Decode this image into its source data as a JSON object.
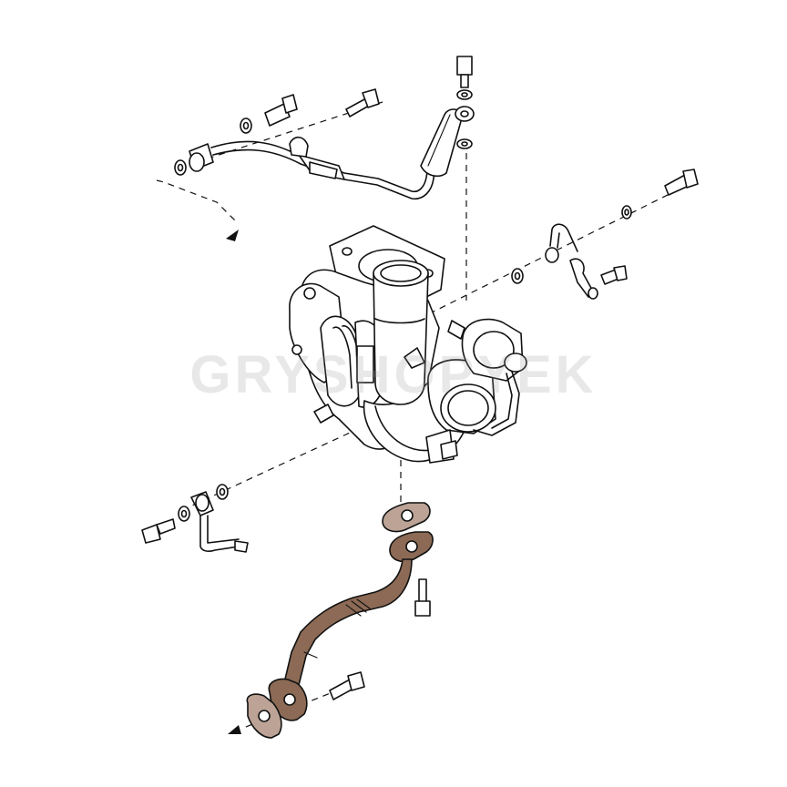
{
  "watermark": {
    "text": "GRYSHOPYEK"
  },
  "colors": {
    "line": "#111111",
    "gasket": "#bca396",
    "pipe": "#8c6a55",
    "background": "#ffffff"
  },
  "parts": [
    "turbocharger",
    "oil-feed-pipe",
    "banjo-bolt",
    "sealing-washer",
    "coolant-pipe-upper",
    "coolant-pipe-lower",
    "oil-return-pipe",
    "oil-return-gasket",
    "mounting-bolt"
  ]
}
